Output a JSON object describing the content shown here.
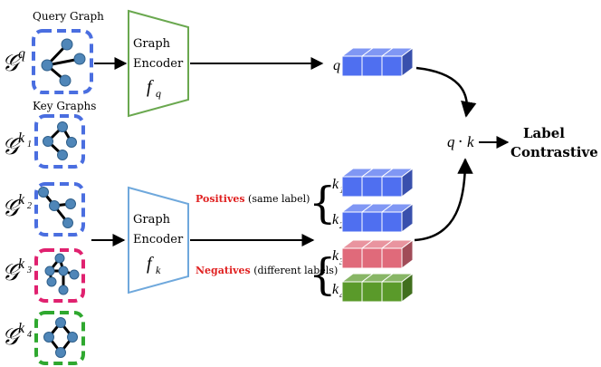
{
  "query_section": {
    "title": "Query Graph",
    "graph_symbol": "𝒢",
    "graph_sup": "q",
    "border_color": "#4a6ee0"
  },
  "key_section": {
    "title": "Key Graphs",
    "graphs": [
      {
        "symbol": "𝒢",
        "sup": "k",
        "sub": "1",
        "border_color": "#4a6ee0"
      },
      {
        "symbol": "𝒢",
        "sup": "k",
        "sub": "2",
        "border_color": "#4a6ee0"
      },
      {
        "symbol": "𝒢",
        "sup": "k",
        "sub": "3",
        "border_color": "#e0216f"
      },
      {
        "symbol": "𝒢",
        "sup": "k",
        "sub": "4",
        "border_color": "#2fa82f"
      }
    ]
  },
  "encoders": {
    "query": {
      "line1": "Graph",
      "line2": "Encoder",
      "func": "f",
      "func_sub": "q",
      "color": "#6aa84f"
    },
    "key": {
      "line1": "Graph",
      "line2": "Encoder",
      "func": "f",
      "func_sub": "k",
      "color": "#6fa8dc"
    }
  },
  "embeddings": {
    "q_label": "q",
    "k_labels": [
      {
        "main": "k",
        "sub": "1"
      },
      {
        "main": "k",
        "sub": "2"
      },
      {
        "main": "k",
        "sub": "3"
      },
      {
        "main": "k",
        "sub": "4"
      }
    ],
    "colors": {
      "blue": "#4f6ff0",
      "pink": "#e06a7a",
      "green": "#5a9a2a"
    }
  },
  "labels": {
    "positives_word": "Positives",
    "positives_rest": "(same label)",
    "negatives_word": "Negatives",
    "negatives_rest": "(different labels)",
    "accent_red": "#e02020"
  },
  "similarity": {
    "left": "q",
    "dot": "·",
    "right": "k"
  },
  "loss": {
    "line1": "Label",
    "line2": "Contrastive Loss"
  },
  "node_color": "#4f86b8"
}
